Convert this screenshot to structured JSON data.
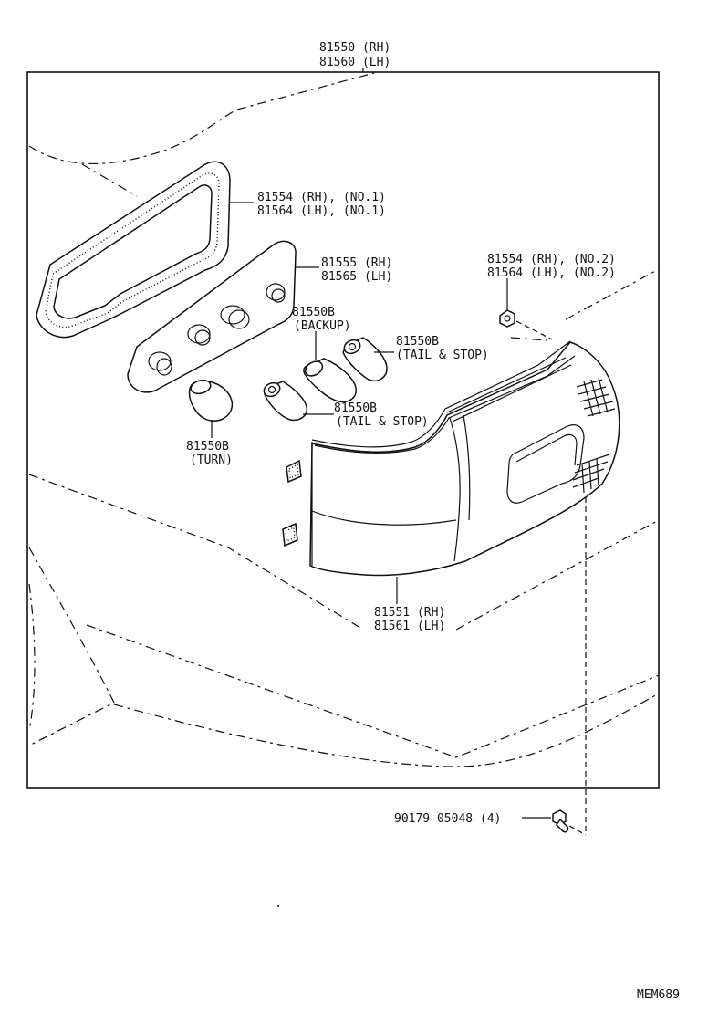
{
  "parts": {
    "assembly": {
      "rh": "81550 (RH)",
      "lh": "81560 (LH)"
    },
    "gasket_no1": {
      "rh": "81554 (RH), (NO.1)",
      "lh": "81564 (LH), (NO.1)"
    },
    "socket_plate": {
      "rh": "81555 (RH)",
      "lh": "81565 (LH)"
    },
    "gasket_no2": {
      "rh": "81554 (RH), (NO.2)",
      "lh": "81564 (LH), (NO.2)"
    },
    "bulb_backup": {
      "code": "81550B",
      "note": "(BACKUP)"
    },
    "bulb_tail_upper": {
      "code": "81550B",
      "note": "(TAIL & STOP)"
    },
    "bulb_tail_lower": {
      "code": "81550B",
      "note": "(TAIL & STOP)"
    },
    "bulb_turn": {
      "code": "81550B",
      "note": "(TURN)"
    },
    "lens": {
      "rh": "81551 (RH)",
      "lh": "81561 (LH)"
    },
    "nut": {
      "label": "90179-05048 (4)"
    }
  },
  "diagram_id": "MEM689"
}
